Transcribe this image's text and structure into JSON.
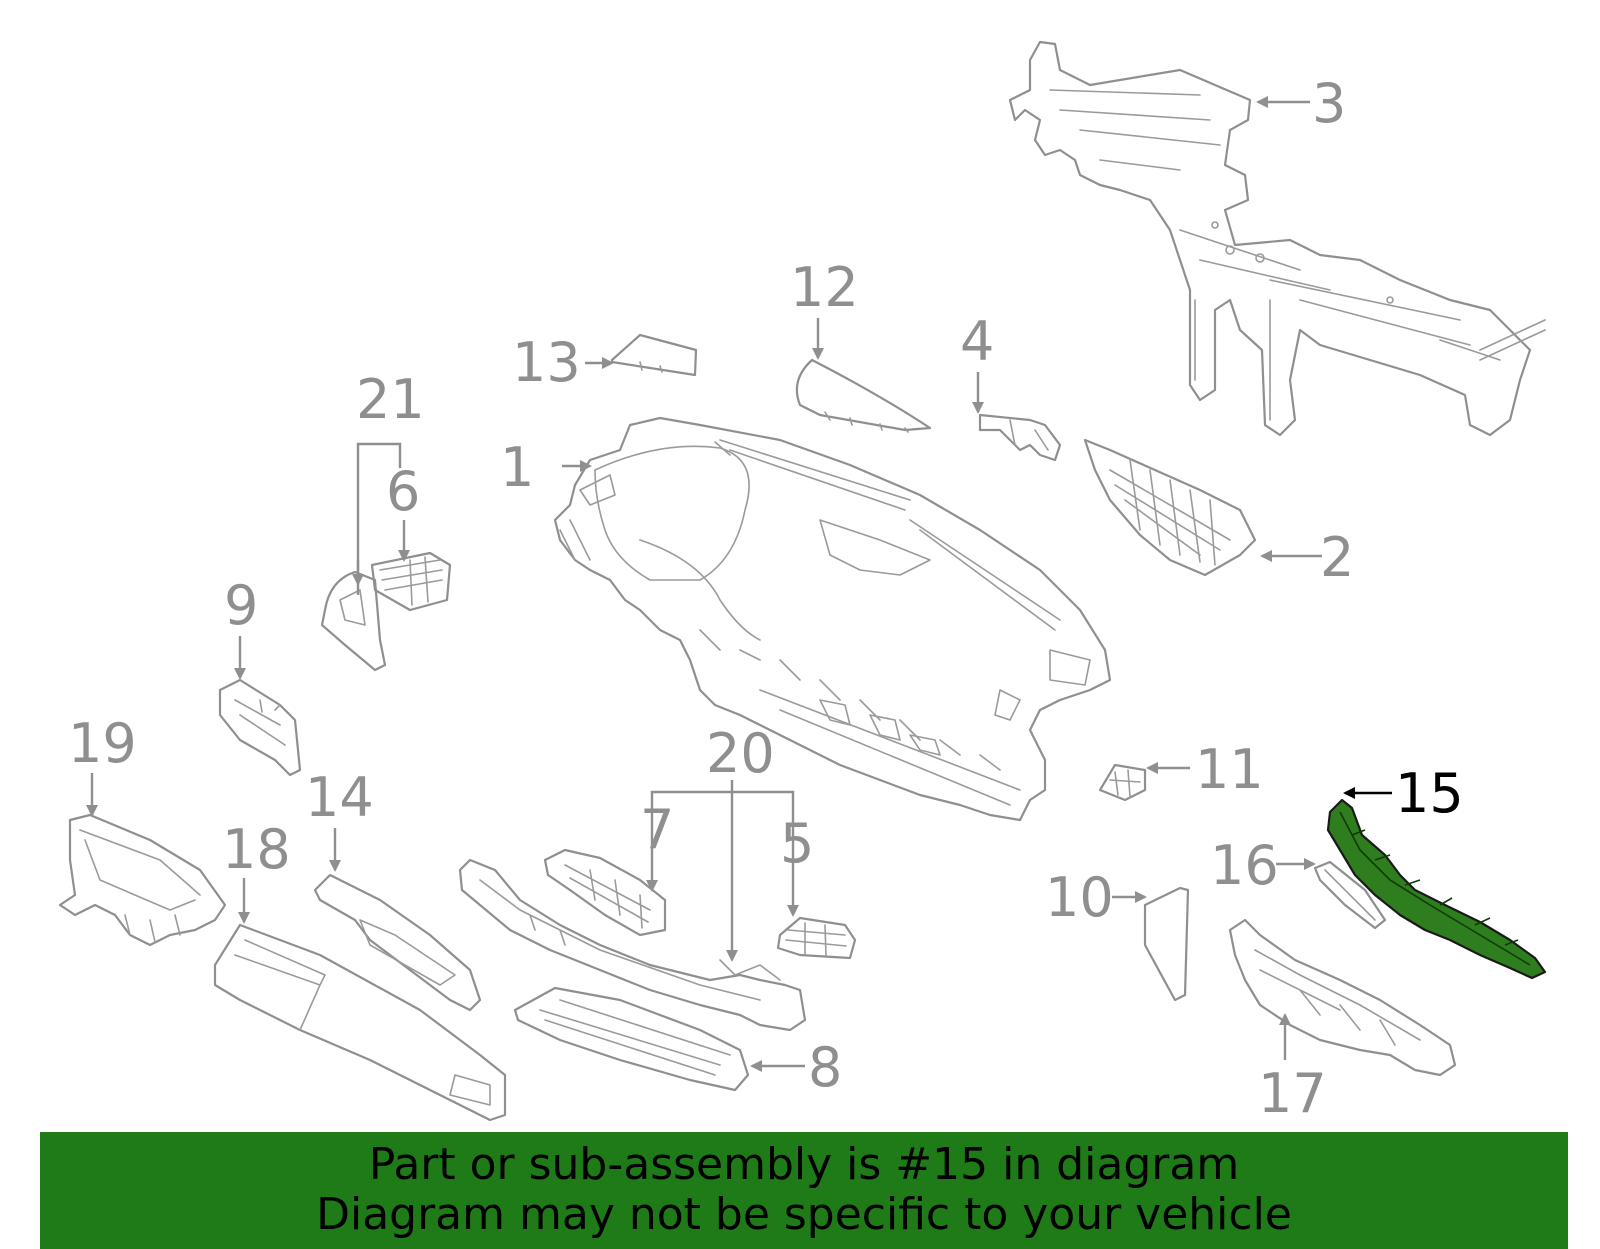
{
  "callouts": {
    "c1": "1",
    "c2": "2",
    "c3": "3",
    "c4": "4",
    "c5": "5",
    "c6": "6",
    "c7": "7",
    "c8": "8",
    "c9": "9",
    "c10": "10",
    "c11": "11",
    "c12": "12",
    "c13": "13",
    "c14": "14",
    "c15": "15",
    "c16": "16",
    "c17": "17",
    "c18": "18",
    "c19": "19",
    "c20": "20",
    "c21": "21"
  },
  "highlighted_part": "15",
  "colors": {
    "line_art": "#8f8f8f",
    "highlight_fill": "#2e7d1e",
    "banner_background": "#1f7a18",
    "text": "#000000"
  },
  "banner": {
    "line1": "Part or sub-assembly is #15 in diagram",
    "line2": "Diagram may not be specific to your vehicle"
  }
}
